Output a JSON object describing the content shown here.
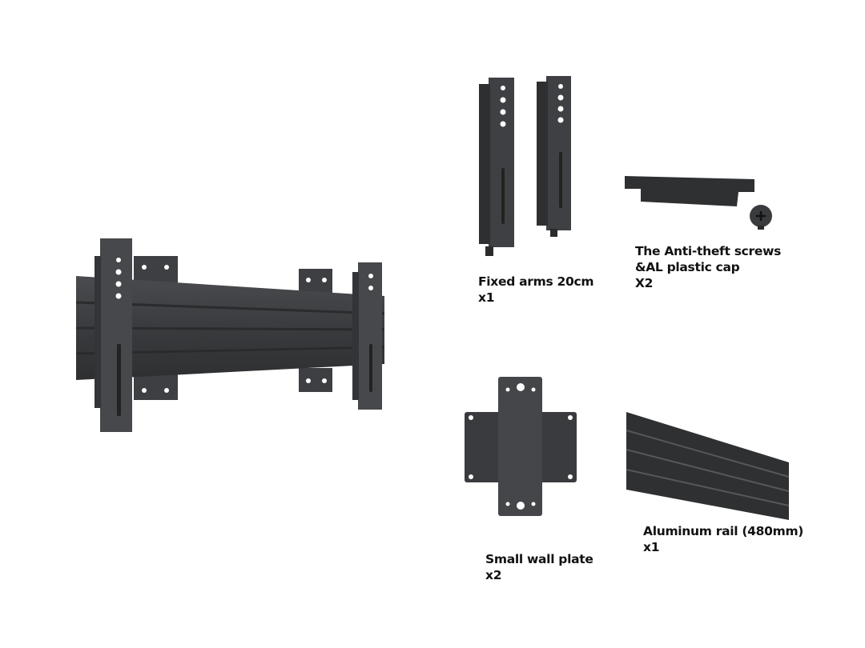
{
  "items": [
    {
      "name": "Fixed arms 20cm",
      "qty": "x1"
    },
    {
      "name_line1": "The Anti-theft screws",
      "name_line2": "&AL plastic cap",
      "qty": "X2"
    },
    {
      "name": "Small wall plate",
      "qty": "x2"
    },
    {
      "name": "Aluminum rail (480mm)",
      "qty": "x1"
    }
  ],
  "colors": {
    "metal": "#3c3d3f",
    "metal_light": "#55575a",
    "metal_dark": "#2a2b2d",
    "text": "#111111"
  }
}
